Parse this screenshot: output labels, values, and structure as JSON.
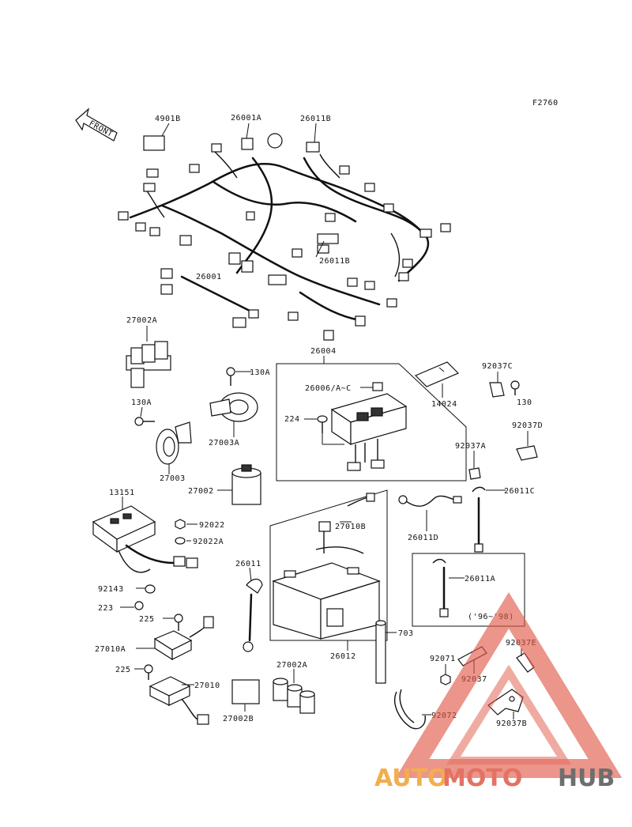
{
  "figure_code": "F2760",
  "front_arrow_label": "FRONT",
  "note_year": "('96~'98)",
  "watermark": {
    "part1": "AUTO",
    "part2": "MOTO",
    "part3": "HUB",
    "color_primary": "#f0a030",
    "color_accent": "#e05a4a",
    "color_dark": "#555555"
  },
  "parts": {
    "p4901B": "4901B",
    "p26001A": "26001A",
    "p26011B_top": "26011B",
    "p26011B_mid": "26011B",
    "p26001": "26001",
    "p27002A_top": "27002A",
    "p26004": "26004",
    "p130A_1": "130A",
    "p130A_2": "130A",
    "p26006": "26006/A~C",
    "p224": "224",
    "p14024": "14024",
    "p92037C": "92037C",
    "p130": "130",
    "p92037D": "92037D",
    "p27003A": "27003A",
    "p27003": "27003",
    "p92037A": "92037A",
    "p27002": "27002",
    "p13151": "13151",
    "p26011C": "26011C",
    "p92022": "92022",
    "p92022A": "92022A",
    "p27010B": "27010B",
    "p26011D": "26011D",
    "p26011": "26011",
    "p26011A": "26011A",
    "p92143": "92143",
    "p223": "223",
    "p225_1": "225",
    "p703": "703",
    "p27010A": "27010A",
    "p26012": "26012",
    "p92037E": "92037E",
    "p92071": "92071",
    "p92037": "92037",
    "p225_2": "225",
    "p27010": "27010",
    "p27002A_bot": "27002A",
    "p92072": "92072",
    "p27002B": "27002B",
    "p92037B": "92037B"
  }
}
